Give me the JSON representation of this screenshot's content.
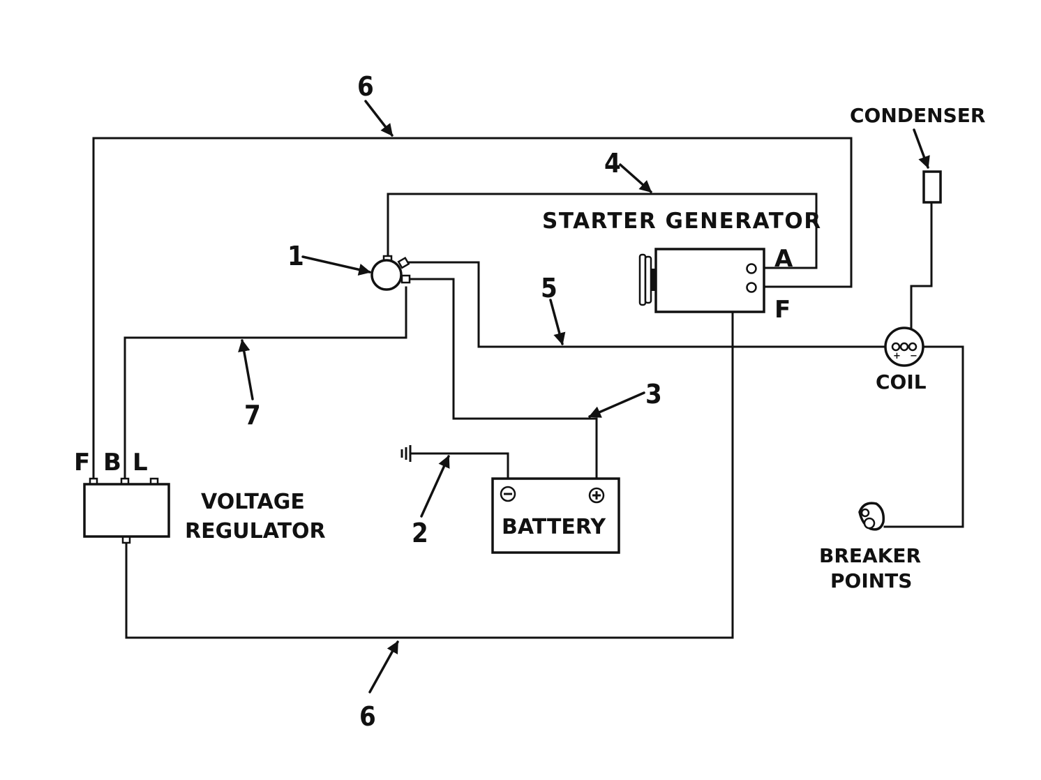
{
  "labels": {
    "starter_generator": "STARTER GENERATOR",
    "condenser": "CONDENSER",
    "coil": "COIL",
    "voltage_regulator_line1": "VOLTAGE",
    "voltage_regulator_line2": "REGULATOR",
    "battery": "BATTERY",
    "breaker_points_line1": "BREAKER",
    "breaker_points_line2": "POINTS"
  },
  "terminals": {
    "generator_a": "A",
    "generator_f": "F",
    "regulator_f": "F",
    "regulator_b": "B",
    "regulator_l": "L"
  },
  "callouts": {
    "c1": "1",
    "c2": "2",
    "c3": "3",
    "c4": "4",
    "c5": "5",
    "c6_top": "6",
    "c6_bottom": "6",
    "c7": "7"
  }
}
